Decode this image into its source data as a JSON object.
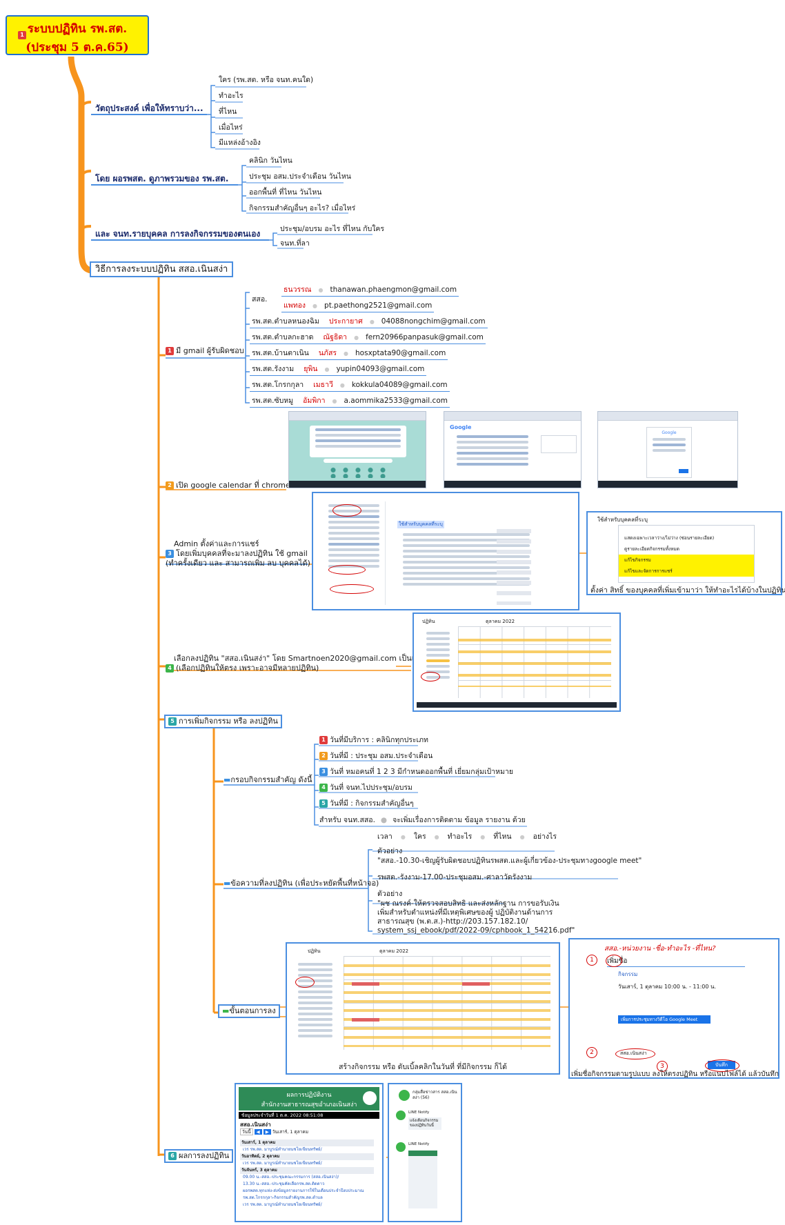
{
  "root": {
    "badge": "1",
    "title_line1": "ระบบปฏิทิน รพ.สต.",
    "title_line2": "(ประชุม 5 ต.ค.65)"
  },
  "objectives": {
    "label": "วัตถุประสงค์ เพื่อให้ทราบว่า...",
    "items": [
      "ใคร (รพ.สต. หรือ จนท.คนใด)",
      "ทำอะไร",
      "ที่ไหน",
      "เมื่อไหร่",
      "มีแหล่งอ้างอิง"
    ]
  },
  "directors": {
    "label": "โดย ผอรพสต. ดูภาพรวมของ รพ.สต.",
    "items": [
      "คลินิก วันไหน",
      "ประชุม อสม.ประจำเดือน วันไหน",
      "ออกพื้นที่ ที่ไหน วันไหน",
      "กิจกรรมสำคัญอื่นๆ อะไร? เมื่อไหร่"
    ]
  },
  "staff": {
    "label": "และ จนท.รายบุคคล การลงกิจกรรมของตนเอง",
    "items": [
      "ประชุม/อบรม อะไร ที่ไหน กับใคร",
      "จนท.ที่ลา"
    ]
  },
  "method": {
    "label": "วิธีการลงระบบปฏิทิน สสอ.เนินสง่า"
  },
  "step1": {
    "badge": "1",
    "label": "มี gmail ผู้รับผิดชอบ",
    "sso_label": "สสอ.",
    "rows": [
      {
        "unit": "",
        "name": "ธนวรรณ",
        "email": "thanawan.phaengmon@gmail.com"
      },
      {
        "unit": "",
        "name": "แพทอง",
        "email": "pt.paethong2521@gmail.com"
      },
      {
        "unit": "รพ.สต.ตำบลหนองฉิม",
        "name": "ประกายาศ",
        "email": "04088nongchim@gmail.com"
      },
      {
        "unit": "รพ.สต.ตำบลกะฮาด",
        "name": "ณัฐธิดา",
        "email": "fern20966panpasuk@gmail.com"
      },
      {
        "unit": "รพ.สต.บ้านตาเนิน",
        "name": "นภัสร",
        "email": "hosxptata90@gmail.com"
      },
      {
        "unit": "รพ.สต.รังงาม",
        "name": "ยุพิน",
        "email": "yupin04093@gmail.com"
      },
      {
        "unit": "รพ.สต.โกรกกุลา",
        "name": "เมธาวี",
        "email": "kokkula04089@gmail.com"
      },
      {
        "unit": "รพ.สต.ซับหมู",
        "name": "อัมพิกา",
        "email": "a.aommika2533@gmail.com"
      }
    ]
  },
  "step2": {
    "badge": "2",
    "label": "เปิด google calendar ที่ chrome"
  },
  "step3": {
    "badge": "3",
    "line1": "Admin ตั้งค่าและการแชร์",
    "line2": "โดยเพิ่มบุคคลที่จะมาลงปฏิทิน ใช้ gmail",
    "line3": "(ทำครั้งเดียว และ สามารถเพิ่ม ลบ บุคคลได้)",
    "shot_header": "ใช้สำหรับบุคคลที่ระบุ",
    "permission_options": [
      "แสดงเฉพาะเวลาว่าง/ไม่ว่าง (ซ่อนรายละเอียด)",
      "ดูรายละเอียดกิจกรรมทั้งหมด",
      "แก้ไขกิจกรรม",
      "แก้ไขและจัดการการแชร์"
    ],
    "caption": "ตั้งค่า สิทธิ์ ของบุคคลที่เพิ่มเข้ามาว่า ให้ทำอะไรได้บ้างในปฏิทินนั้น"
  },
  "step4": {
    "badge": "4",
    "line1": "เลือกลงปฏิทิน \"สสอ.เนินสง่า\" โดย  Smartnoen2020@gmail.com เป็นเจ้าของ",
    "line2": "(เลือกปฏิทินให้ตรง เพราะอาจมีหลายปฏิทิน)",
    "shot_title": "ปฏิทิน",
    "shot_month": "ตุลาคม 2022"
  },
  "step5": {
    "badge": "5",
    "label": "การเพิ่มกิจกรรม หรือ ลงปฏิทิน",
    "framework": {
      "label": "กรอบกิจกรรมสำคัญ ดังนี้",
      "items": [
        {
          "badge": "1",
          "text": "วันที่มีบริการ : คลินิกทุกประเภท"
        },
        {
          "badge": "2",
          "text": "วันที่มี : ประชุม อสม.ประจำเดือน"
        },
        {
          "badge": "3",
          "text": "วันที่ หมอคนที่ 1 2 3 มีกำหนดออกพื้นที่ เยี่ยมกลุ่มเป้าหมาย"
        },
        {
          "badge": "4",
          "text": "วันที่ จนท.ไปประชุม/อบรม"
        },
        {
          "badge": "5",
          "text": "วันที่มี : กิจกรรมสำคัญอื่นๆ"
        }
      ],
      "staff_label": "สำหรับ จนท.สสอ.",
      "staff_text": "จะเพิ่มเรื่องการติดตาม ข้อมูล รายงาน ด้วย"
    },
    "message": {
      "label": "ข้อความที่ลงปฏิทิน (เพื่อประหยัดพื้นที่หน้าจอ)",
      "sequence": [
        "เวลา",
        "ใคร",
        "ทำอะไร",
        "ที่ไหน",
        "อย่างไร"
      ],
      "ex1_label": "ตัวอย่าง",
      "ex1_text": "\"สสอ.-10.30-เชิญผู้รับผิดชอบปฏิทินรพสต.และผู้เกี่ยวข้อง-ประชุมทางgoogle meet\"",
      "ex1b_text": "รพสต.-รังงาม-17.00-ประชุมอสม.-ศาลาวัดรังงาม",
      "ex2_label": "ตัวอย่าง",
      "ex2_lines": [
        "\"ผช ณรงค์-ให้ตรวจสอบสิทธิ และส่งหลักฐาน การขอรับเงิน",
        "เพิ่มสำหรับตำแหน่งที่มีเหตุพิเศษของผู้ ปฏิบัติงานด้านการ",
        "สาธารณสุข (พ.ต.ส.)-http://203.157.182.10/",
        "system_ssj_ebook/pdf/2022-09/cphbook_1_54216.pdf\""
      ]
    },
    "procedure": {
      "label": "ขั้นตอนการลง",
      "cal_title": "ปฏิทิน",
      "cal_month": "ตุลาคม 2022",
      "cal_caption": "สร้างกิจกรรม หรือ ดับเบิ้ลคลิกในวันที่ ที่มีกิจกรรม ก็ได้",
      "form_annotation": "สสอ.-หน่วยงาน -ชื่อ-ทำอะไร -ที่ไหน?",
      "form_title": "เพิ่มชื่อ",
      "form_tab": "กิจกรรม",
      "form_date": "วันเสาร์, 1 ตุลาคม  10:00 น. - 11:00 น.",
      "form_meet": "เพิ่มการประชุมทางวิดีโอ Google Meet",
      "form_calendar": "สสอ.เนินสง่า",
      "form_save": "บันทึก",
      "marks": [
        "1",
        "2",
        "3"
      ],
      "form_caption": "เพิ่มชื่อกิจกรรมตามรูปแบบ ลงให้ตรงปฏิทิน หรือแนบไฟล์ได้ แล้วบันทึก"
    }
  },
  "step6": {
    "badge": "6",
    "label": "ผลการลงปฏิทิน",
    "report_title1": "ผลการปฏิบัติงาน",
    "report_title2": "สำนักงานสาธารณสุขอำเภอเนินสง่า",
    "report_updated": "ข้อมูลประจำวันที่  1 ต.ค. 2022 08:51:08",
    "report_calendar": "สสอ.เนินสง่า",
    "report_toolbar": "วันเสาร์, 1 ตุลาคม",
    "report_today": "วันนี้",
    "report_rows": [
      {
        "kind": "day",
        "text": "วันเสาร์, 1 ตุลาคม"
      },
      {
        "kind": "item",
        "text": "เวร รพ.สต. มาบูรณ์ทำนายนชโยเขียนทรัพย์/"
      },
      {
        "kind": "day",
        "text": "วันอาทิตย์, 2 ตุลาคม"
      },
      {
        "kind": "item",
        "text": "เวร รพ.สต. มาบูรณ์ทำนายนชโยเขียนทรัพย์/"
      },
      {
        "kind": "day",
        "text": "วันจันทร์, 3 ตุลาคม"
      },
      {
        "kind": "item",
        "text": "09.00 น.-สสอ.-ประชุมคณะกรรมการ (สสอ.เนินสง่า)/"
      },
      {
        "kind": "item",
        "text": "13.30 น.-สสอ.-ประชุมคัดเลือกรพ.สต.ติดดาว"
      },
      {
        "kind": "item",
        "text": "ผอรพสต.ทุกแห่ง-ส่งข้อมูลรายงานการใช้ในเดือนประจำปีงบประมาณ"
      },
      {
        "kind": "item",
        "text": "รพ.สต.โกรกกุลา-กิจกรรมสำคัญรพ.สต.ตำบล"
      },
      {
        "kind": "item",
        "text": "เวร รพ.สต. มาบูรณ์ทำนายนชโยเขียนทรัพย์/"
      }
    ],
    "line_group": "กลุ่มสื่อข่าวสาร สสอ.เนินสง่า (56)",
    "line_notify": "LINE Notify",
    "line_msg": "แจ้งเตือนกิจกรรมของปฏิทินวันนี้"
  }
}
